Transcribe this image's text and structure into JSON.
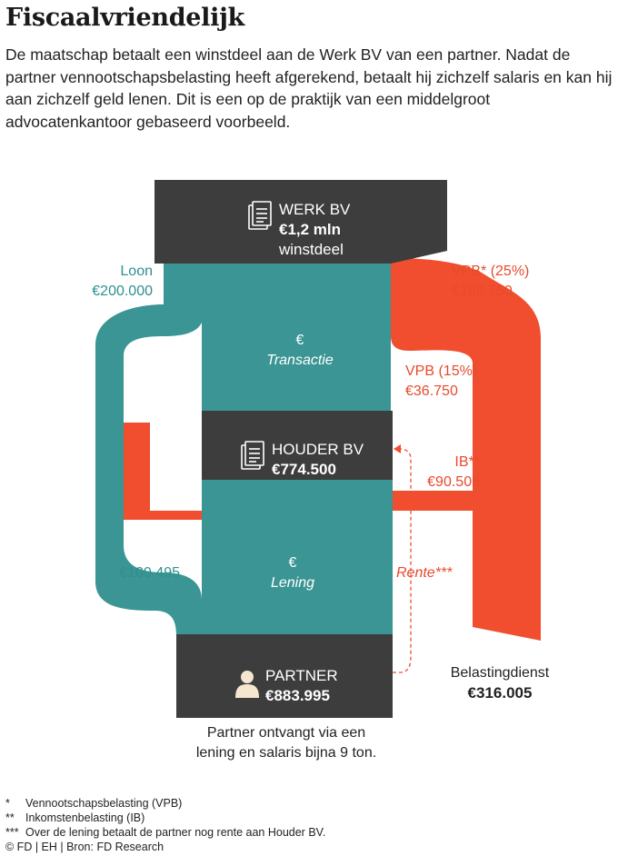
{
  "header": {
    "title": "Fiscaalvriendelijk",
    "intro": "De maatschap betaalt een winstdeel aan de Werk BV van een partner. Nadat de partner vennootschapsbelasting heeft afgerekend, betaalt hij zichzelf salaris en kan hij aan zichzelf geld lenen. Dit is een op de praktijk van een middelgroot advocatenkantoor gebaseerd voorbeeld."
  },
  "nodes": {
    "werk_bv": {
      "name": "WERK BV",
      "value": "€1,2 mln",
      "sub": "winstdeel",
      "icon": "document-icon"
    },
    "houder_bv": {
      "name": "HOUDER BV",
      "value": "€774.500",
      "icon": "document-icon"
    },
    "partner": {
      "name": "PARTNER",
      "value": "€883.995",
      "icon": "person-icon"
    },
    "belastingdienst": {
      "name": "Belastingdienst",
      "value": "€316.005"
    }
  },
  "flows": {
    "loon": {
      "label": "Loon",
      "value": "€200.000"
    },
    "vpb25": {
      "label": "VPB* (25%)",
      "value": "€188.750"
    },
    "transactie": {
      "symbol": "€",
      "label": "Transactie"
    },
    "vpb15": {
      "label": "VPB (15%)",
      "value": "€36.750"
    },
    "ib": {
      "label": "IB**",
      "value": "€90.505"
    },
    "loon_net": {
      "value": "€109.495"
    },
    "lening": {
      "symbol": "€",
      "label": "Lening"
    },
    "rente": {
      "label": "Rente***"
    }
  },
  "caption": {
    "line1": "Partner ontvangt via een",
    "line2": "lening en salaris bijna 9 ton."
  },
  "footnotes": [
    {
      "mark": "*",
      "text": "Vennootschapsbelasting (VPB)"
    },
    {
      "mark": "**",
      "text": "Inkomstenbelasting (IB)"
    },
    {
      "mark": "***",
      "text": "Over de lening betaalt de partner nog rente aan Houder BV."
    }
  ],
  "source": "© FD | EH | Bron: FD Research",
  "colors": {
    "teal": "#3a9594",
    "red": "#f04e2f",
    "dark": "#3d3d3d"
  }
}
